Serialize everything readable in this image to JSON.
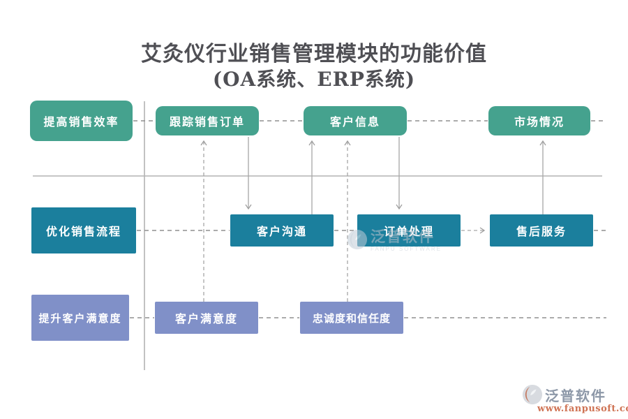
{
  "title": {
    "line1": "艾灸仪行业销售管理模块的功能价值",
    "line2": "(OA系统、ERP系统)"
  },
  "diagram": {
    "row1": {
      "goal": "提高销售效率",
      "items": [
        "跟踪销售订单",
        "客户信息",
        "市场情况"
      ]
    },
    "row2": {
      "goal": "优化销售流程",
      "items": [
        "客户沟通",
        "订单处理",
        "售后服务"
      ]
    },
    "row3": {
      "goal": "提升客户满意度",
      "items": [
        "客户满意度",
        "忠诚度和信任度"
      ]
    }
  },
  "colors": {
    "row1_box": "#45a28e",
    "row2_box": "#1b7f9d",
    "row3_box": "#8090c8",
    "connector_gray": "#a6a6a6",
    "axis_gray": "#b3b3b3",
    "title_text": "#4f4f54",
    "watermark_name": "#8d98a8",
    "watermark_url": "#cf7354"
  },
  "watermark_center": {
    "name": "泛普软件",
    "subtitle": "FANPU SOFTWARE"
  },
  "watermark_footer": {
    "name": "泛普软件",
    "url": "www.fanpusoft.com"
  }
}
